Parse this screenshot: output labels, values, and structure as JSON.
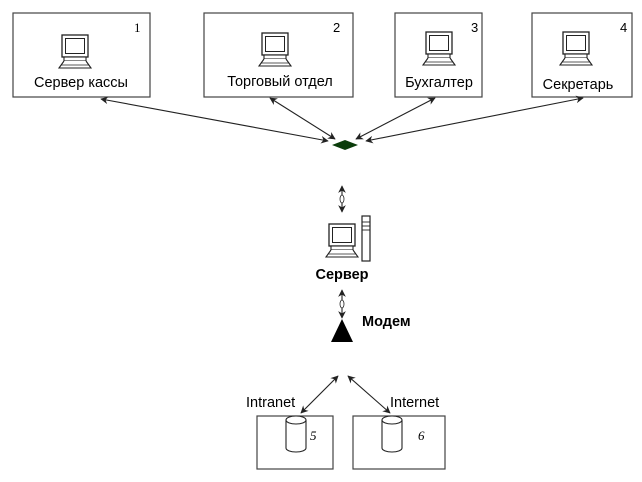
{
  "diagram": {
    "title": "",
    "workstations": [
      {
        "id": "1",
        "label": "Сервер кассы"
      },
      {
        "id": "2",
        "label": "Торговый отдел"
      },
      {
        "id": "3",
        "label": "Бухгалтер"
      },
      {
        "id": "4",
        "label": "Секретарь"
      }
    ],
    "hub": {
      "label": "",
      "color": "#0b3d0b",
      "shape": "diamond"
    },
    "server": {
      "label": "Сервер",
      "icon": "server-tower-icon"
    },
    "modem": {
      "label": "Модем",
      "icon": "modem-triangle-icon"
    },
    "networks": [
      {
        "id": "5",
        "label": "Intranet",
        "icon": "database-icon"
      },
      {
        "id": "6",
        "label": "Internet",
        "icon": "database-icon"
      }
    ],
    "connections": [
      {
        "from": "1",
        "to": "hub",
        "type": "bidirectional"
      },
      {
        "from": "2",
        "to": "hub",
        "type": "bidirectional"
      },
      {
        "from": "3",
        "to": "hub",
        "type": "bidirectional"
      },
      {
        "from": "4",
        "to": "hub",
        "type": "bidirectional"
      },
      {
        "from": "hub",
        "to": "server",
        "type": "bidirectional"
      },
      {
        "from": "server",
        "to": "modem",
        "type": "bidirectional"
      },
      {
        "from": "modem",
        "to": "5",
        "type": "bidirectional"
      },
      {
        "from": "modem",
        "to": "6",
        "type": "bidirectional"
      }
    ]
  }
}
